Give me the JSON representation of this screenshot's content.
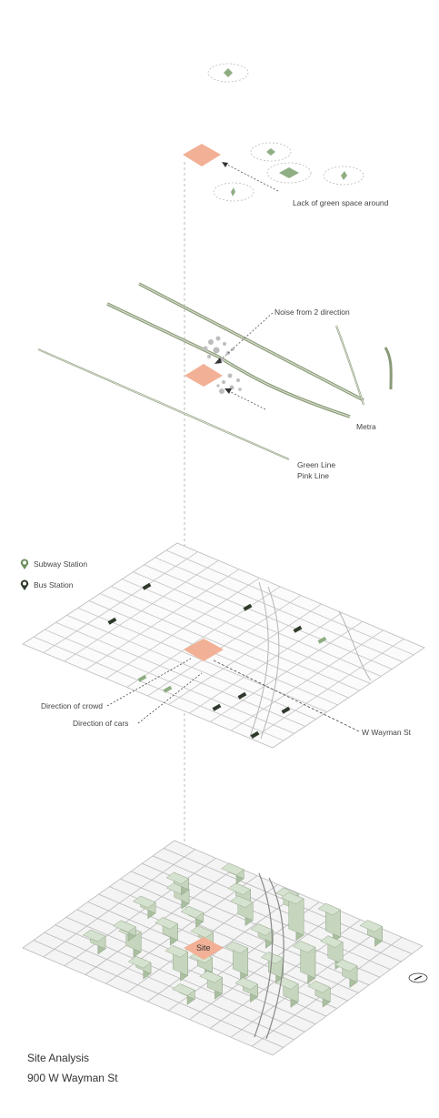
{
  "labels": {
    "green_space": "Lack of green space around",
    "noise": "Noise from 2 direction",
    "metra": "Metra",
    "green_line": "Green Line",
    "pink_line": "Pink Line",
    "crowd": "Direction of crowd",
    "cars": "Direction of cars",
    "street": "W Wayman St",
    "site": "Site"
  },
  "legend": {
    "subway": "Subway Station",
    "bus": "Bus Station"
  },
  "title": {
    "line1": "Site Analysis",
    "line2": "900 W Wayman St"
  },
  "colors": {
    "site": "#f2b196",
    "green": "#8fae83",
    "building": "#b9cdb0",
    "rail": "#8a9a78",
    "line": "#9a9a9a",
    "dark_station": "#2f3a2c"
  }
}
